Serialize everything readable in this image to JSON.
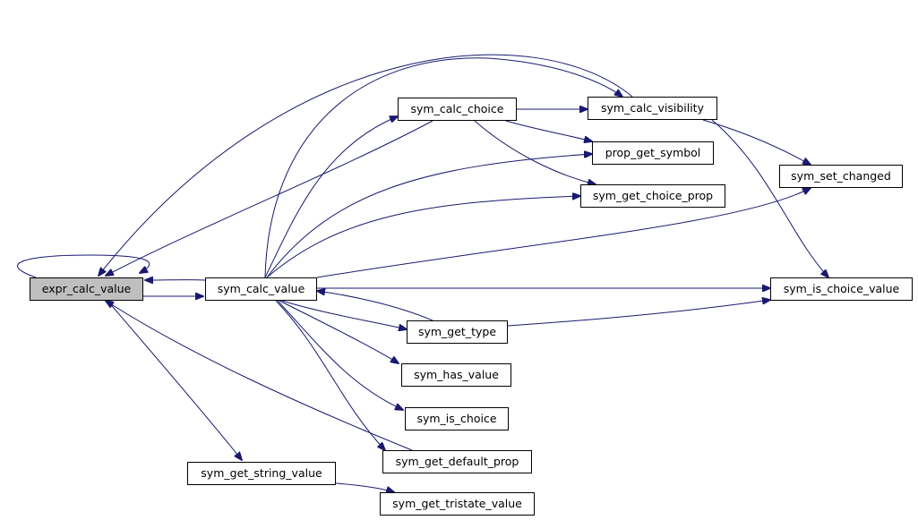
{
  "style": {
    "edge_color": "#191970",
    "root_fill": "#bfbfbf",
    "node_fill": "#ffffff",
    "border": "#000000"
  },
  "nodes": {
    "expr_calc_value": "expr_calc_value",
    "sym_calc_value": "sym_calc_value",
    "sym_calc_choice": "sym_calc_choice",
    "sym_calc_visibility": "sym_calc_visibility",
    "prop_get_symbol": "prop_get_symbol",
    "sym_set_changed": "sym_set_changed",
    "sym_get_choice_prop": "sym_get_choice_prop",
    "sym_is_choice_value": "sym_is_choice_value",
    "sym_get_type": "sym_get_type",
    "sym_has_value": "sym_has_value",
    "sym_is_choice": "sym_is_choice",
    "sym_get_default_prop": "sym_get_default_prop",
    "sym_get_string_value": "sym_get_string_value",
    "sym_get_tristate_value": "sym_get_tristate_value"
  },
  "edges": [
    [
      "expr_calc_value",
      "expr_calc_value"
    ],
    [
      "expr_calc_value",
      "sym_calc_value"
    ],
    [
      "expr_calc_value",
      "sym_get_string_value"
    ],
    [
      "sym_calc_value",
      "expr_calc_value"
    ],
    [
      "sym_calc_value",
      "sym_calc_choice"
    ],
    [
      "sym_calc_value",
      "sym_calc_visibility"
    ],
    [
      "sym_calc_value",
      "prop_get_symbol"
    ],
    [
      "sym_calc_value",
      "sym_get_choice_prop"
    ],
    [
      "sym_calc_value",
      "sym_set_changed"
    ],
    [
      "sym_calc_value",
      "sym_is_choice_value"
    ],
    [
      "sym_calc_value",
      "sym_get_type"
    ],
    [
      "sym_calc_value",
      "sym_has_value"
    ],
    [
      "sym_calc_value",
      "sym_is_choice"
    ],
    [
      "sym_calc_value",
      "sym_get_default_prop"
    ],
    [
      "sym_calc_choice",
      "expr_calc_value"
    ],
    [
      "sym_calc_choice",
      "sym_calc_visibility"
    ],
    [
      "sym_calc_choice",
      "prop_get_symbol"
    ],
    [
      "sym_calc_choice",
      "sym_get_choice_prop"
    ],
    [
      "sym_calc_visibility",
      "expr_calc_value"
    ],
    [
      "sym_calc_visibility",
      "sym_set_changed"
    ],
    [
      "sym_calc_visibility",
      "sym_is_choice_value"
    ],
    [
      "sym_get_type",
      "sym_calc_value"
    ],
    [
      "sym_get_type",
      "sym_is_choice_value"
    ],
    [
      "sym_get_default_prop",
      "expr_calc_value"
    ],
    [
      "sym_get_string_value",
      "sym_get_tristate_value"
    ]
  ]
}
